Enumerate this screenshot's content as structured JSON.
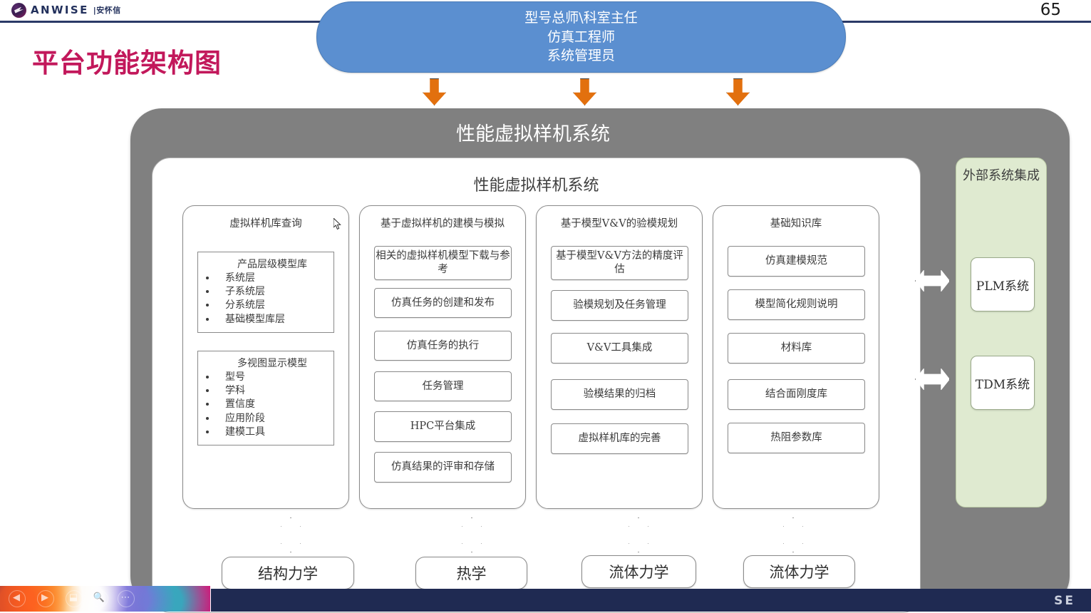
{
  "header": {
    "logo_text": "ANWISE",
    "logo_text_cn": "|安怀信",
    "page_number": "65"
  },
  "slide": {
    "title": "平台功能架构图"
  },
  "roles_box": {
    "lines": [
      "型号总师\\科室主任",
      "仿真工程师",
      "系统管理员"
    ],
    "color": "#5b8fd0"
  },
  "arrows": {
    "down_arrow_color": "#e2700e",
    "down_label": "down-arrow",
    "double_label": "double-arrow"
  },
  "outer": {
    "title": "性能虚拟样机系统",
    "color": "#808080"
  },
  "inner": {
    "title": "性能虚拟样机系统"
  },
  "columns": [
    {
      "title": "虚拟样机库查询",
      "sub_boxes": [
        {
          "title": "产品层级模型库",
          "bullets": [
            "系统层",
            "子系统层",
            "分系统层",
            "基础模型库层"
          ]
        },
        {
          "title": "多视图显示模型",
          "bullets": [
            "型号",
            "学科",
            "置信度",
            "应用阶段",
            "建模工具"
          ]
        }
      ]
    },
    {
      "title": "基于虚拟样机的建模与模拟",
      "items": [
        "相关的虚拟样机模型下载与参考",
        "仿真任务的创建和发布",
        "仿真任务的执行",
        "任务管理",
        "HPC平台集成",
        "仿真结果的评审和存储"
      ]
    },
    {
      "title": "基于模型V&V的验模规划",
      "items": [
        "基于模型V&V方法的精度评估",
        "验模规划及任务管理",
        "V&V工具集成",
        "验模结果的归档",
        "虚拟样机库的完善"
      ]
    },
    {
      "title": "基础知识库",
      "items": [
        "仿真建模规范",
        "模型简化规则说明",
        "材料库",
        "结合面刚度库",
        "热阻参数库"
      ]
    }
  ],
  "external": {
    "title": "外部系统集成",
    "color": "#dfead0",
    "systems": [
      "PLM系统",
      "TDM系统"
    ]
  },
  "disciplines": [
    "结构力学",
    "热学",
    "流体力学",
    "流体力学"
  ],
  "taskbar": {
    "glyphs": [
      "◀",
      "▶",
      "⬓",
      "🔍",
      "⋯"
    ],
    "navy_text": "SE",
    "navy_color": "#1f2a52"
  }
}
